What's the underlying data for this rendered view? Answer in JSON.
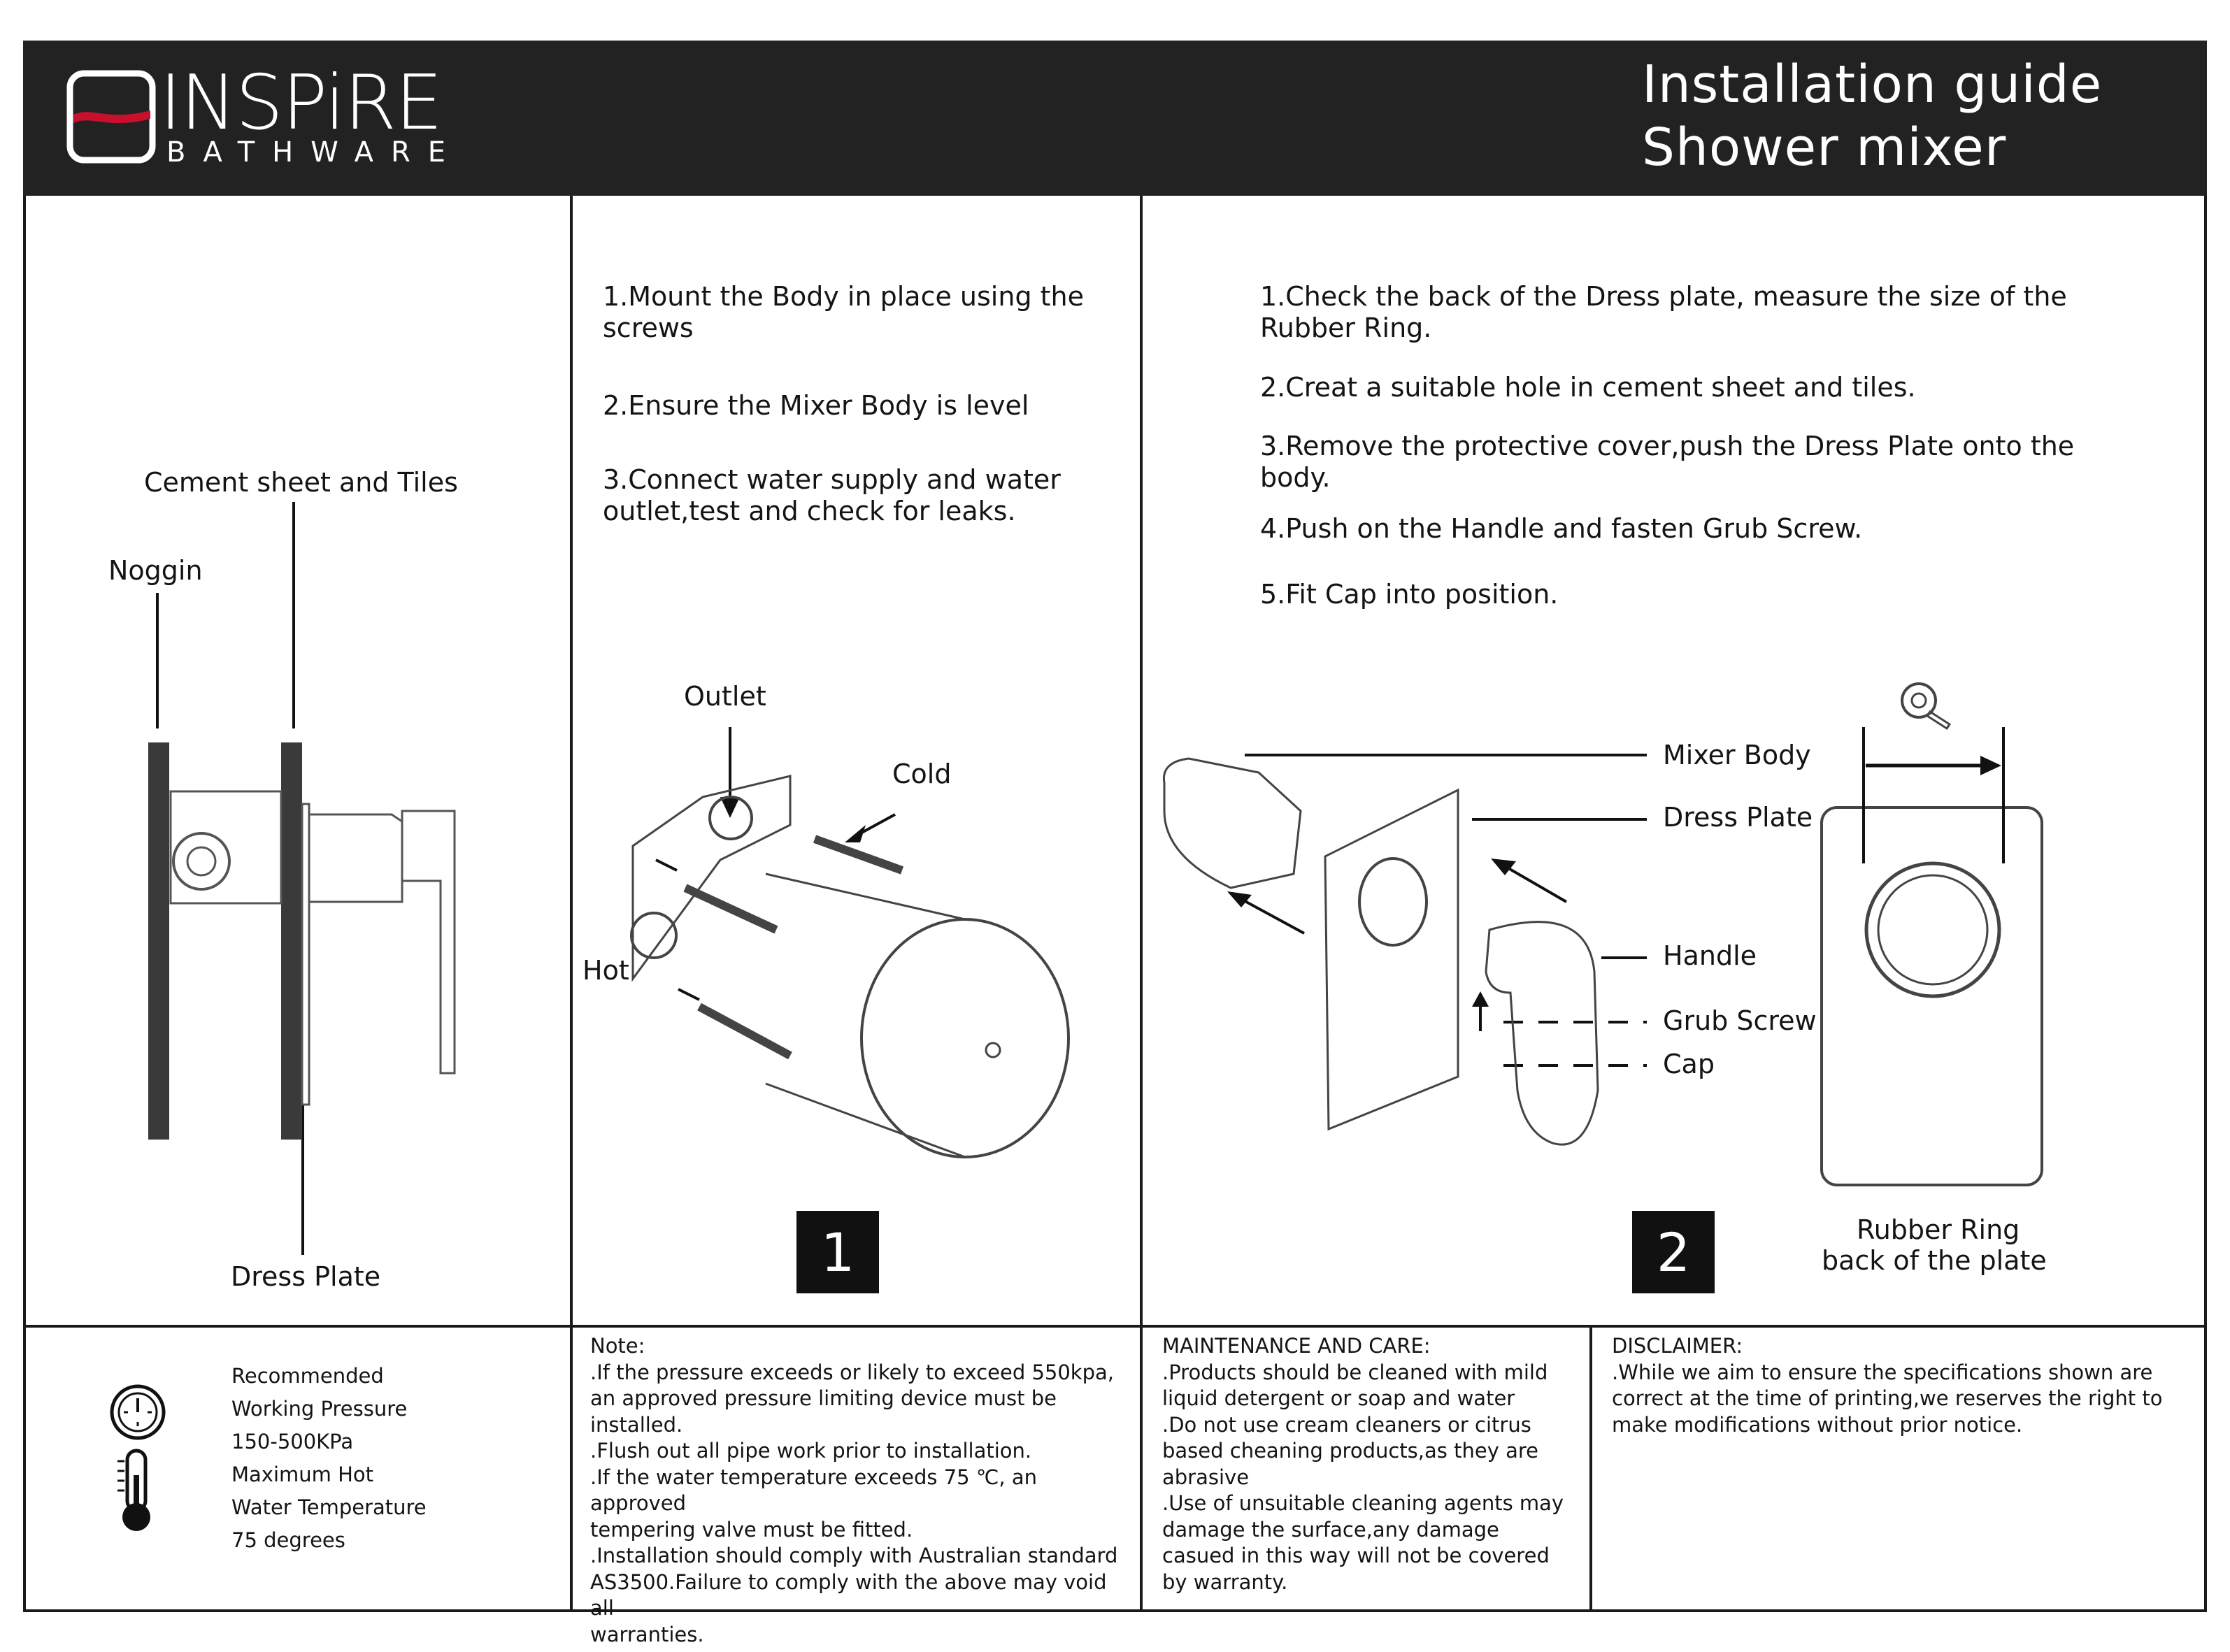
{
  "header": {
    "brand": "INSPiRE",
    "brand_sub": "BATHWARE",
    "title_line1": "Installation guide",
    "title_line2": "Shower mixer"
  },
  "panel_left": {
    "labels": {
      "cement": "Cement sheet and Tiles",
      "noggin": "Noggin",
      "dress_plate": "Dress Plate"
    }
  },
  "panel_step1": {
    "instructions": [
      "1.Mount the Body in place using the screws",
      "2.Ensure the Mixer Body is level",
      "3.Connect water supply and water outlet,test and check for leaks."
    ],
    "labels": {
      "outlet": "Outlet",
      "cold": "Cold",
      "hot": "Hot"
    },
    "step_number": "1"
  },
  "panel_step2": {
    "instructions": [
      "1.Check the back of the Dress plate, measure the size of the Rubber Ring.",
      "2.Creat a suitable hole in cement sheet and tiles.",
      "3.Remove the protective cover,push the Dress Plate onto the body.",
      "4.Push on the Handle and fasten Grub Screw.",
      "5.Fit Cap into position."
    ],
    "labels": {
      "mixer_body": "Mixer Body",
      "dress_plate": "Dress Plate",
      "handle": "Handle",
      "grub_screw": "Grub Screw",
      "cap": "Cap",
      "rubber_ring_1": "Rubber Ring",
      "rubber_ring_2": "back of the plate"
    },
    "step_number": "2"
  },
  "specs": {
    "lines": [
      "Recommended",
      "Working Pressure",
      "150-500KPa",
      "Maximum Hot",
      "Water Temperature",
      "75 degrees"
    ],
    "icons": [
      "pressure-gauge-icon",
      "thermometer-icon"
    ]
  },
  "note": {
    "heading": "Note:",
    "lines": [
      ".If the pressure exceeds or likely to exceed 550kpa,",
      "an approved pressure limiting device must be installed.",
      ".Flush out all pipe work prior to installation.",
      ".If the water temperature exceeds 75 ℃, an approved",
      "tempering valve must be fitted.",
      ".Installation should comply with Australian standard",
      "AS3500.Failure to comply with the above may void all",
      "warranties."
    ]
  },
  "maintenance": {
    "heading": "MAINTENANCE AND CARE:",
    "lines": [
      ".Products should be cleaned with mild",
      "liquid detergent or soap and water",
      ".Do not use cream cleaners or citrus",
      "based cheaning products,as they are",
      "abrasive",
      ".Use of unsuitable cleaning agents may",
      "damage the surface,any damage",
      "casued in this way will not be covered",
      "by warranty."
    ]
  },
  "disclaimer": {
    "heading": "DISCLAIMER:",
    "lines": [
      ".While we aim to ensure the specifications shown are",
      "correct at the time of printing,we reserves the right to",
      "make modifications without prior notice."
    ]
  },
  "colors": {
    "header_bg": "#222222",
    "brand_red": "#c8102e",
    "text": "#141414"
  }
}
